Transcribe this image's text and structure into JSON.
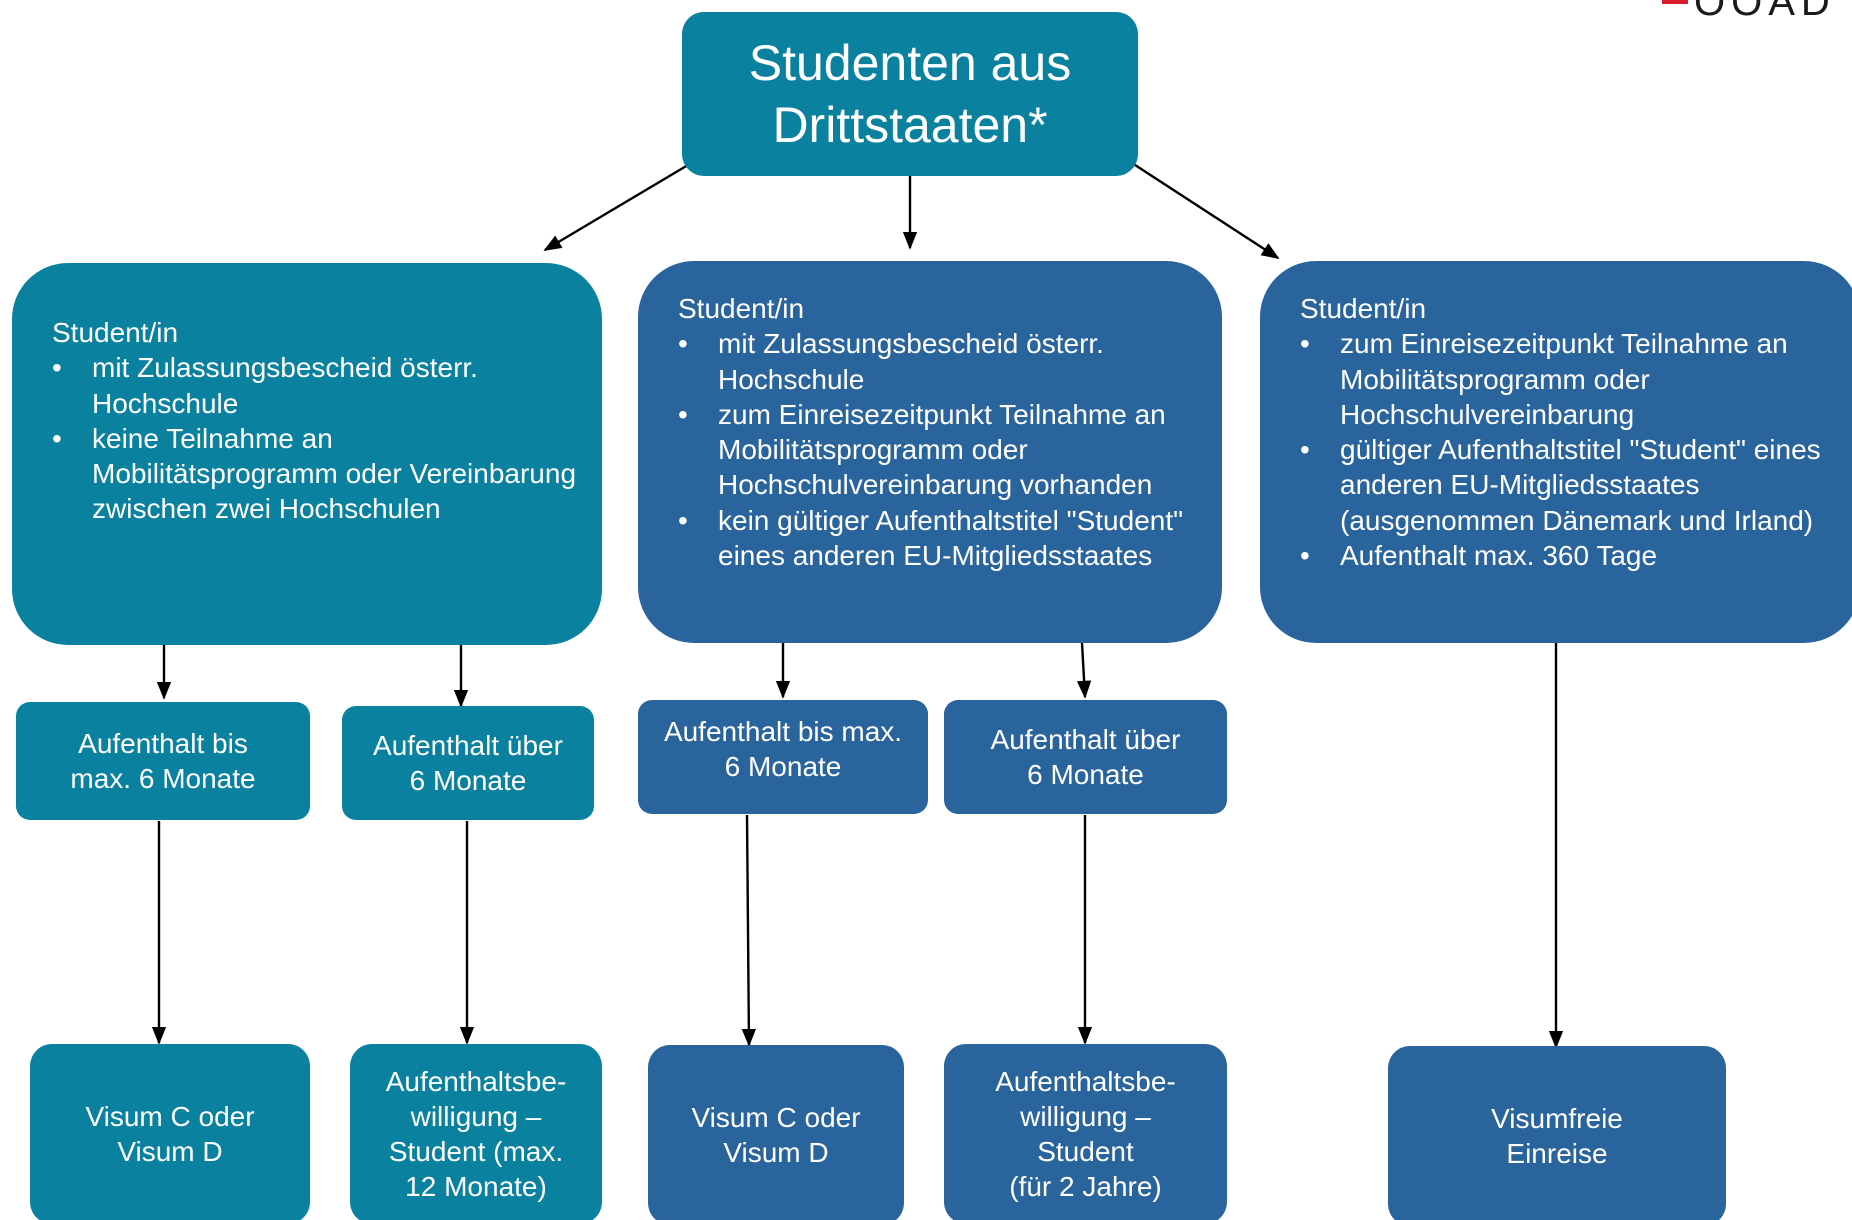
{
  "title_box": {
    "line1": "Studenten aus",
    "line2": "Drittstaaten*"
  },
  "categories": [
    {
      "heading": "Student/in",
      "bullets": [
        "mit Zulassungsbescheid österr. Hochschule",
        "keine Teilnahme an Mobilitätsprogramm oder Vereinbarung zwischen zwei Hochschulen"
      ]
    },
    {
      "heading": "Student/in",
      "bullets": [
        "mit Zulassungsbescheid österr. Hochschule",
        "zum Einreisezeitpunkt Teilnahme an Mobilitätsprogramm oder Hochschulvereinbarung vorhanden",
        "kein gültiger Aufenthaltstitel \"Student\" eines anderen EU-Mitgliedsstaates"
      ]
    },
    {
      "heading": "Student/in",
      "bullets": [
        "zum Einreisezeitpunkt  Teilnahme an Mobilitätsprogramm oder Hochschulvereinbarung",
        "gültiger Aufenthaltstitel \"Student\" eines anderen EU-Mitgliedsstaates (ausgenommen Dänemark und Irland)",
        "Aufenthalt max. 360 Tage"
      ]
    }
  ],
  "durations": [
    {
      "line1": "Aufenthalt bis",
      "line2": "max. 6 Monate"
    },
    {
      "line1": "Aufenthalt über",
      "line2": "6 Monate"
    },
    {
      "line1": "Aufenthalt bis max.",
      "line2": "6 Monate"
    },
    {
      "line1": "Aufenthalt über",
      "line2": "6 Monate"
    }
  ],
  "results": [
    {
      "lines": [
        "Visum C oder",
        "Visum D"
      ]
    },
    {
      "lines": [
        "Aufenthaltsbe-",
        "willigung  –",
        "Student (max.",
        "12 Monate)"
      ]
    },
    {
      "lines": [
        "Visum C oder",
        "Visum D"
      ]
    },
    {
      "lines": [
        "Aufenthaltsbe-",
        "willigung –",
        "Student",
        "(für 2 Jahre)"
      ]
    },
    {
      "lines": [
        "Visumfreie",
        "Einreise"
      ]
    }
  ],
  "colors": {
    "teal": "#0a819f",
    "blue": "#2a649c",
    "arrow": "#000000",
    "logo_red": "#d8192a"
  },
  "logo_text": "ÖÖAD"
}
